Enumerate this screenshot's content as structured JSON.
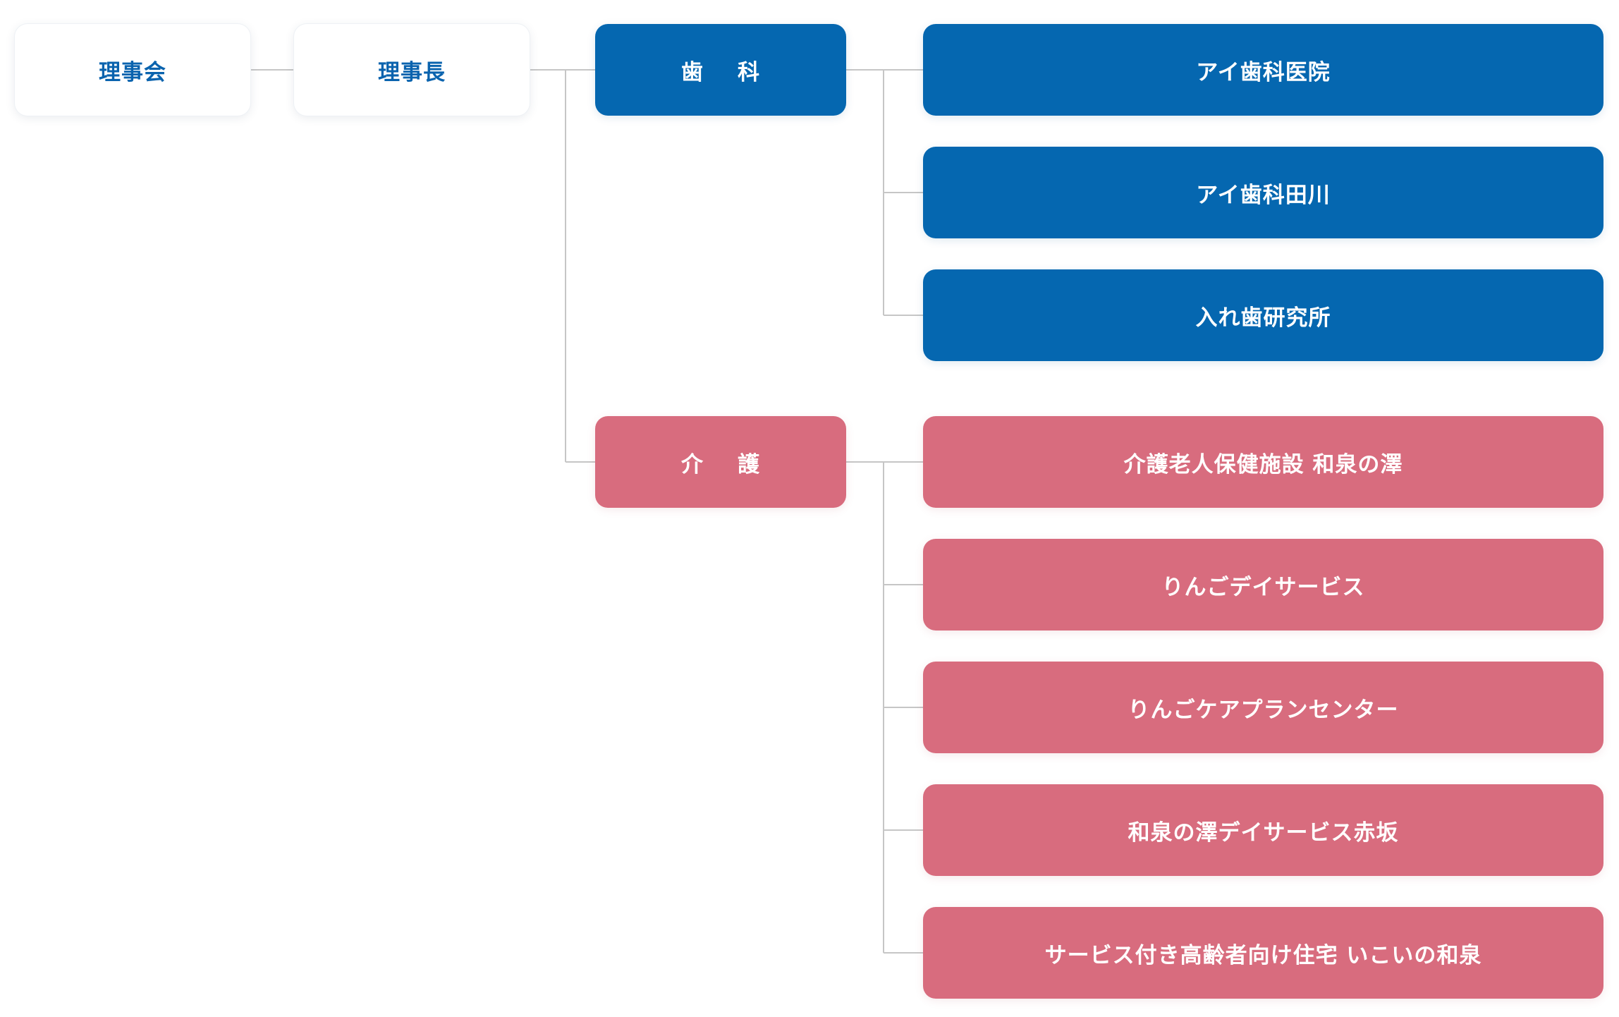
{
  "board": {
    "label": "理事会"
  },
  "chairman": {
    "label": "理事長"
  },
  "departments": {
    "dental": {
      "label_chars": [
        "歯",
        "科"
      ],
      "color": "#0567b0",
      "facilities": [
        "アイ歯科医院",
        "アイ歯科田川",
        "入れ歯研究所"
      ]
    },
    "care": {
      "label_chars": [
        "介",
        "護"
      ],
      "color": "#d86c7e",
      "facilities": [
        "介護老人保健施設 和泉の澤",
        "りんごデイサービス",
        "りんごケアプランセンター",
        "和泉の澤デイサービス赤坂",
        "サービス付き高齢者向け住宅 いこいの和泉"
      ]
    }
  }
}
